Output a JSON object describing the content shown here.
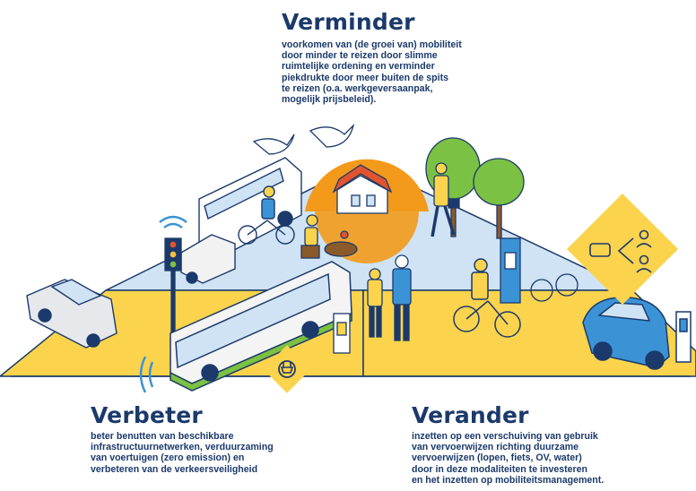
{
  "verminder": {
    "title": "Verminder",
    "lines": [
      "voorkomen van (de groei van) mobiliteit",
      "door minder te reizen door slimme",
      "ruimtelijke ordening en verminder",
      "piekdrukte door meer buiten de spits",
      "te reizen (o.a. werkgeversaanpak,",
      "mogelijk prijsbeleid)."
    ]
  },
  "verbeter": {
    "title": "Verbeter",
    "lines": [
      "beter benutten van beschikbare",
      "infrastructuurnetwerken, verduurzaming",
      "van voertuigen (zero emission) en",
      "verbeteren van de verkeersveiligheid"
    ]
  },
  "verander": {
    "title": "Verander",
    "lines": [
      "inzetten op een verschuiving van gebruik",
      "van vervoerwijzen richting duurzame",
      "vervoerwijzen (lopen, fiets, OV, water)",
      "door in deze modaliteiten te investeren",
      "en het inzetten op mobiliteitsmanagement."
    ]
  },
  "colors": {
    "navy": "#1b3a6b",
    "yellow": "#fbd34d",
    "light_blue": "#cfe3f5",
    "orange": "#f39a1c",
    "bus_green": "#7bc143"
  },
  "icons": [
    "plug-icon",
    "car-to-people-icon",
    "wifi-signal-icon",
    "charging-station-icon"
  ]
}
